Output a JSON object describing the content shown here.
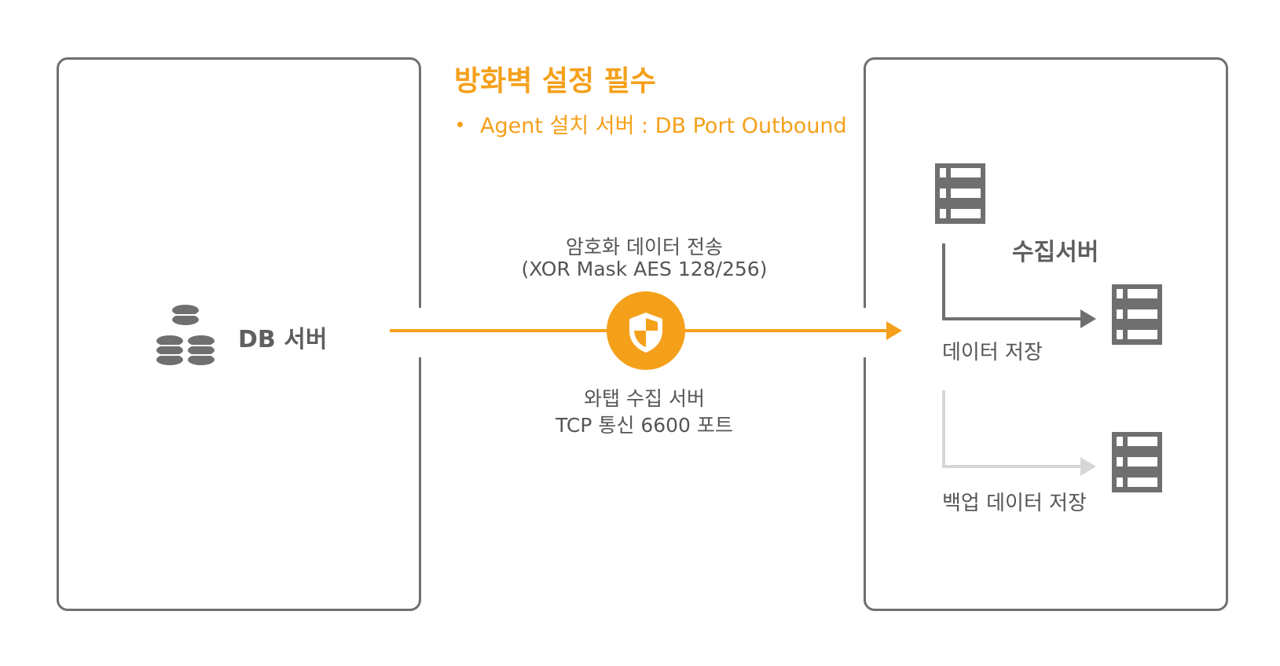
{
  "firewall": {
    "title": "방화벽 설정 필수",
    "bullet": "Agent 설치 서버 : DB Port Outbound"
  },
  "encryption": {
    "line1": "암호화 데이터 전송",
    "line2": "(XOR Mask AES 128/256)"
  },
  "connection": {
    "line1": "와탭 수집 서버",
    "line2": "TCP 통신 6600 포트"
  },
  "db_server": {
    "label": "DB 서버",
    "icon": "database-icon"
  },
  "collection_server": {
    "label": "수집서버",
    "icon": "server-icon"
  },
  "storage": {
    "label": "데이터 저장",
    "icon": "server-icon"
  },
  "backup": {
    "label": "백업 데이터 저장",
    "icon": "server-icon"
  },
  "colors": {
    "accent": "#f5a01a",
    "border": "#6f6f6f",
    "icon": "#6f6f6f",
    "backup_arrow": "#d6d6d6"
  }
}
